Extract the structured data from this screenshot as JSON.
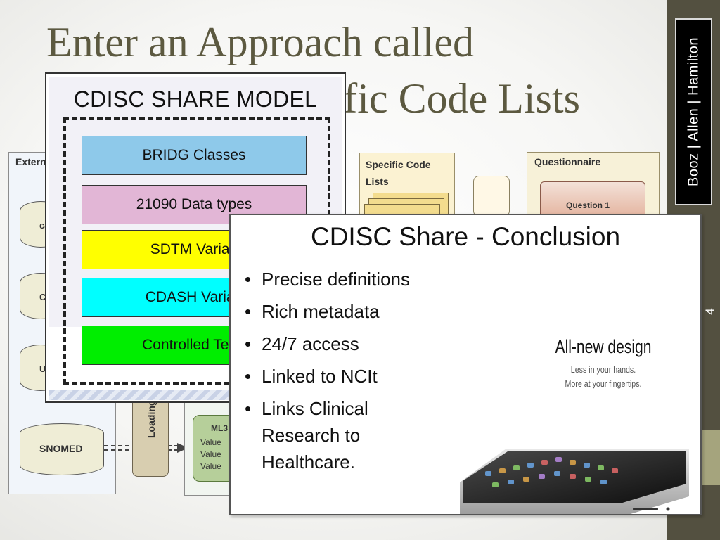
{
  "slide": {
    "title_line1": "Enter an Approach called",
    "title_line2": "cific Code Lists",
    "brand": "Booz | Allen | Hamilton",
    "page_number": "4"
  },
  "diagram": {
    "external_label": "Extern",
    "db_labels": [
      "ca",
      "Cl",
      "U"
    ],
    "snomed": "SNOMED",
    "loading_label": "Loading/M",
    "ml_title": "ML3",
    "ml_values": [
      "Value",
      "Value",
      "Value"
    ],
    "specific_label": "Specific Code Lists",
    "questionnaire_label": "Questionnaire",
    "question1": "Question 1"
  },
  "model": {
    "title": "CDISC SHARE MODEL",
    "layers": [
      {
        "label": "BRIDG Classes",
        "color": "#8ec9ea"
      },
      {
        "label": "21090 Data types",
        "color": "#e2b6d6"
      },
      {
        "label": "SDTM Variab",
        "color": "#ffff00"
      },
      {
        "label": "CDASH Variab",
        "color": "#00ffff"
      },
      {
        "label": "Controlled Term",
        "color": "#00ee00"
      }
    ]
  },
  "conclusion": {
    "title": "CDISC Share - Conclusion",
    "bullets": [
      "Precise definitions",
      "Rich metadata",
      "24/7 access",
      "Linked to NCIt",
      "Links Clinical Research to Healthcare."
    ],
    "bullet_glyph": "•",
    "design_title": "All-new design",
    "design_sub1": "Less in your hands.",
    "design_sub2": "More at your fingertips."
  }
}
